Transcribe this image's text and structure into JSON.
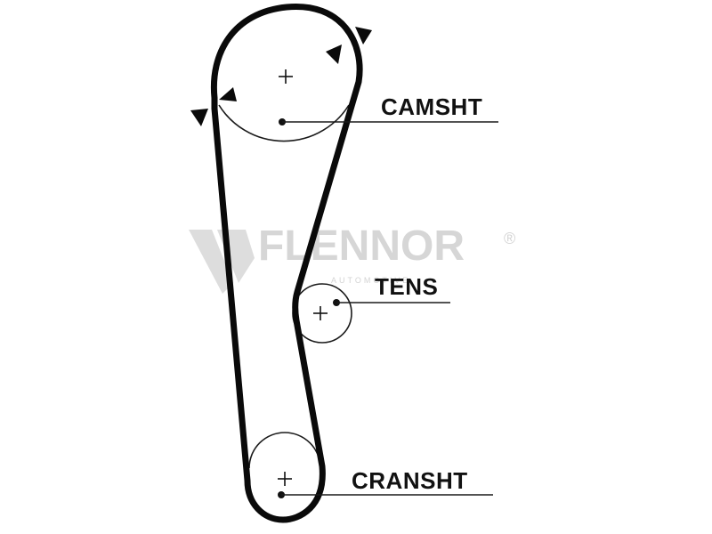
{
  "diagram": {
    "labels": {
      "camshaft": "CAMSHT",
      "tensioner": "TENS",
      "crankshaft": "CRANSHT"
    },
    "watermark": {
      "brand": "FLENNOR",
      "registered": "®",
      "subtitle": "AUTOMOTIVE"
    },
    "colors": {
      "ink": "#0a0a0a",
      "watermark": "#c9c9c9",
      "background": "#ffffff"
    }
  }
}
